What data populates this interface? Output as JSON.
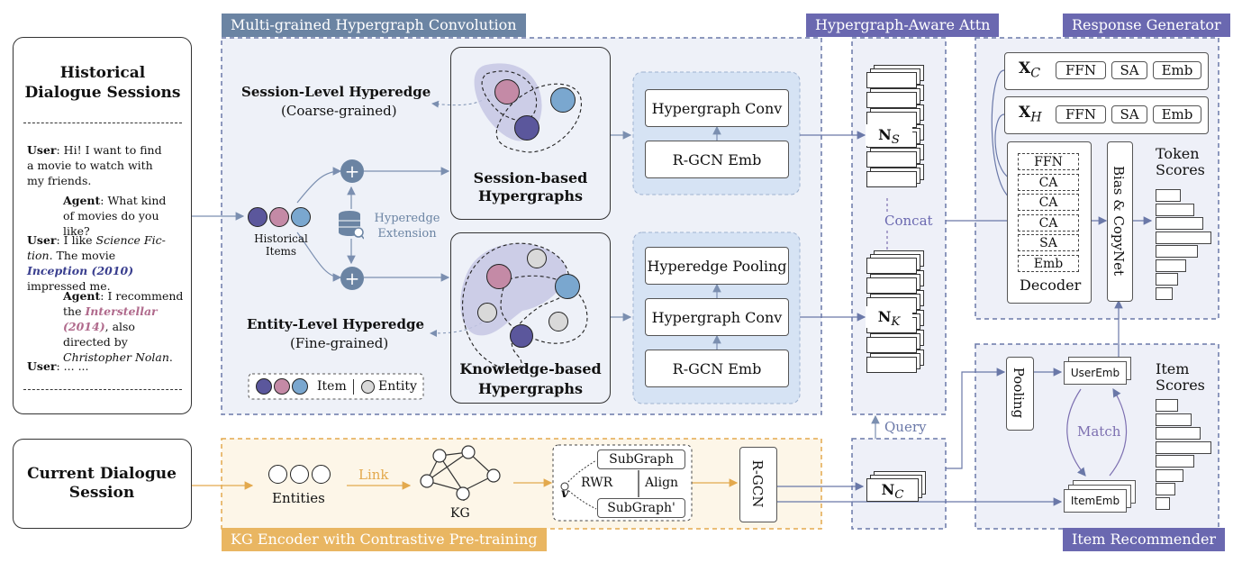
{
  "colors": {
    "item_purple": "#5b579c",
    "item_pink": "#c48aa6",
    "item_blue": "#7aa7cf",
    "panel_blue_tab": "#6b84a3",
    "panel_violet_tab": "#6a68b0",
    "kg_tab": "#e9b662",
    "entity_grey": "#d9d9d9"
  },
  "left": {
    "hist_title": "Historical Dialogue Sessions",
    "dialogue": {
      "u1_speaker": "User",
      "u1_text": ": Hi! I want to find a movie to watch with my friends.",
      "a1_speaker": "Agent",
      "a1_text": ": What kind of movies do you like?",
      "u2_speaker": "User",
      "u2_pre": ": I like ",
      "u2_genre": "Science Fic-tion",
      "u2_mid": ". The movie ",
      "u2_movie": "Inception (2010)",
      "u2_post": " impressed me.",
      "a2_speaker": "Agent",
      "a2_pre": ": I recommend the ",
      "a2_movie": "Interstellar (2014)",
      "a2_mid": ", also directed by ",
      "a2_director": "Christopher Nolan",
      "a2_post": ".",
      "u3_speaker": "User",
      "u3_text": ": ... ..."
    },
    "current_title": "Current Dialogue Session"
  },
  "hgc": {
    "tab": "Multi-grained Hypergraph Convolution",
    "historical_items": "Historical Items",
    "hyperedge_extension": "Hyperedge Extension",
    "session_hyperedge": "Session-Level Hyperedge",
    "session_grain": "(Coarse-grained)",
    "entity_hyperedge": "Entity-Level Hyperedge",
    "entity_grain": "(Fine-grained)",
    "session_graph": "Session-based Hypergraphs",
    "knowledge_graph": "Knowledge-based Hypergraphs",
    "hypergraph_conv_1": "Hypergraph Conv",
    "rgcn_emb_1": "R-GCN Emb",
    "hyperedge_pooling": "Hyperedge Pooling",
    "hypergraph_conv_2": "Hypergraph Conv",
    "rgcn_emb_2": "R-GCN Emb",
    "legend_item": "Item",
    "legend_entity": "Entity"
  },
  "attn": {
    "tab": "Hypergraph-Aware Attn",
    "ns": "N",
    "ns_sub": "S",
    "nk": "N",
    "nk_sub": "K",
    "nc": "N",
    "nc_sub": "C",
    "concat": "Concat",
    "query": "Query"
  },
  "response": {
    "tab": "Response Generator",
    "xc": "X",
    "xc_sub": "C",
    "xh": "X",
    "xh_sub": "H",
    "ffn": "FFN",
    "sa": "SA",
    "emb": "Emb",
    "decoder_layers": [
      "FFN",
      "CA",
      "CA",
      "CA",
      "SA",
      "Emb"
    ],
    "decoder": "Decoder",
    "bias_copynet": "Bias & CopyNet",
    "token_scores": "Token Scores"
  },
  "recommender": {
    "tab": "Item Recommender",
    "pooling": "Pooling",
    "user_emb": "UserEmb",
    "item_emb": "ItemEmb",
    "match": "Match",
    "item_scores": "Item Scores"
  },
  "kg": {
    "tab": "KG Encoder with Contrastive Pre-training",
    "entities": "Entities",
    "link": "Link",
    "kg_label": "KG",
    "subgraph": "SubGraph",
    "subgraph2": "SubGraph'",
    "rwr": "RWR",
    "align": "Align",
    "v": "v",
    "rgcn": "R-GCN"
  },
  "token_score_bars": [
    0.45,
    0.7,
    0.85,
    1.0,
    0.75,
    0.55,
    0.4,
    0.3
  ],
  "item_score_bars": [
    0.4,
    0.65,
    0.8,
    1.0,
    0.7,
    0.5,
    0.35,
    0.25
  ]
}
